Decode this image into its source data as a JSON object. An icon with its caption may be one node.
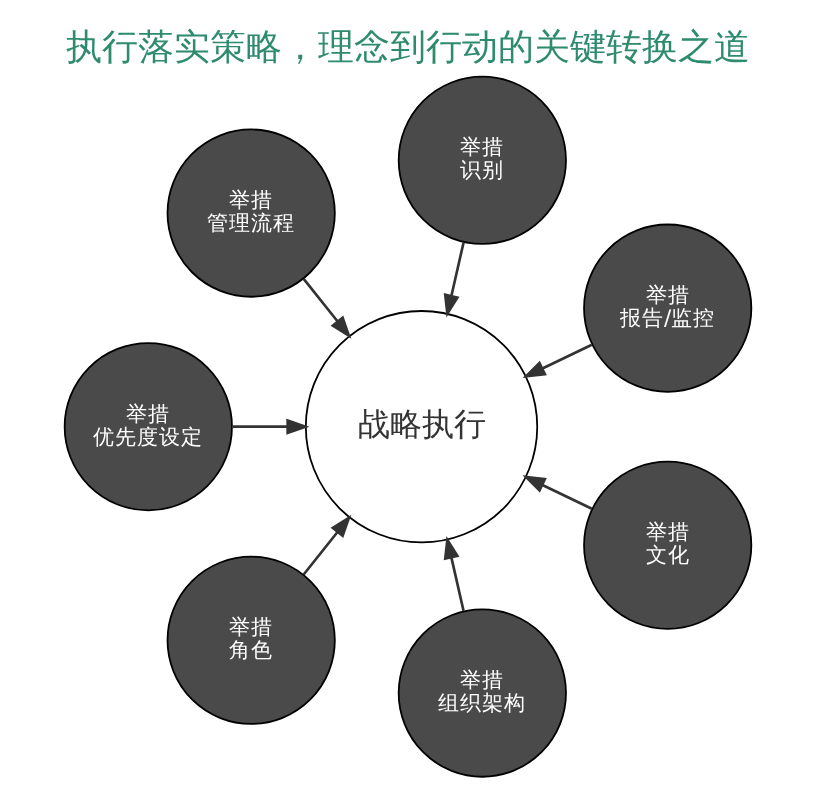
{
  "diagram": {
    "title": "执行落实策略，理念到行动的关键转换之道",
    "nodes": [
      {
        "text": [
          "战略执行"
        ]
      },
      {
        "text": [
          "举措",
          "报告/监控"
        ]
      },
      {
        "text": [
          "举措",
          "识别"
        ]
      },
      {
        "text": [
          "举措",
          "管理流程"
        ]
      },
      {
        "text": [
          "举措",
          "优先度设定"
        ]
      },
      {
        "text": [
          "举措",
          "角色"
        ]
      },
      {
        "text": [
          "举措",
          "组织架构"
        ]
      },
      {
        "text": [
          "举措",
          "文化"
        ]
      }
    ],
    "edges": [
      {
        "from": 1,
        "to": 0,
        "arrow": "to"
      },
      {
        "from": 2,
        "to": 0,
        "arrow": "to"
      },
      {
        "from": 3,
        "to": 0,
        "arrow": "to"
      },
      {
        "from": 4,
        "to": 0,
        "arrow": "to"
      },
      {
        "from": 5,
        "to": 0,
        "arrow": "to"
      },
      {
        "from": 6,
        "to": 0,
        "arrow": "to"
      },
      {
        "from": 7,
        "to": 0,
        "arrow": "to"
      }
    ]
  }
}
